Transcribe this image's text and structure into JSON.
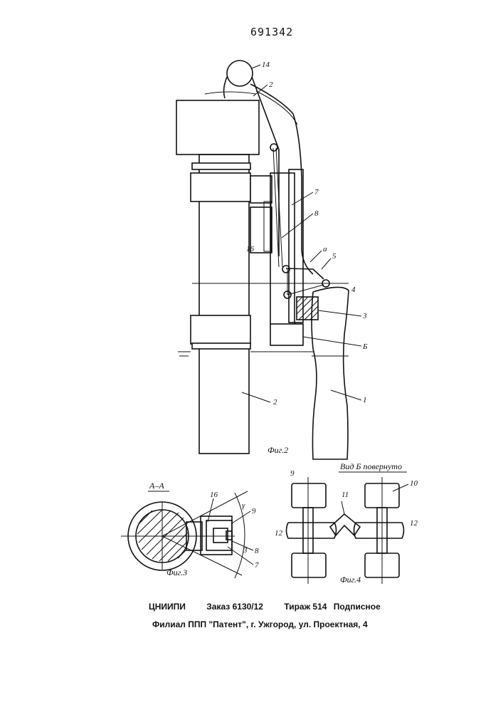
{
  "document_number": "691342",
  "figure2": {
    "caption": "Фиг.2",
    "labels": {
      "l14": "14",
      "l2top": "2",
      "l7": "7",
      "l8": "8",
      "l16": "16",
      "la": "a",
      "l5": "5",
      "l4": "4",
      "l3": "3",
      "lB": "Б",
      "l2": "2",
      "l1": "1"
    }
  },
  "figure3": {
    "section_label": "A–A",
    "caption": "Фиг.3",
    "labels": {
      "l16": "16",
      "lgamma": "γ",
      "l9": "9",
      "l8": "8",
      "l3": "3",
      "l7": "7"
    }
  },
  "figure4": {
    "view_label": "Вид Б повернуто",
    "caption": "Фиг.4",
    "labels": {
      "l9": "9",
      "l10": "10",
      "l11": "11",
      "l12a": "12",
      "l12b": "12"
    }
  },
  "footer": {
    "org": "ЦНИИПИ",
    "order": "Заказ 6130/12",
    "circulation": "Тираж 514",
    "subscription": "Подписное",
    "branch": "Филиал ППП \"Патент\", г. Ужгород, ул. Проектная, 4"
  }
}
